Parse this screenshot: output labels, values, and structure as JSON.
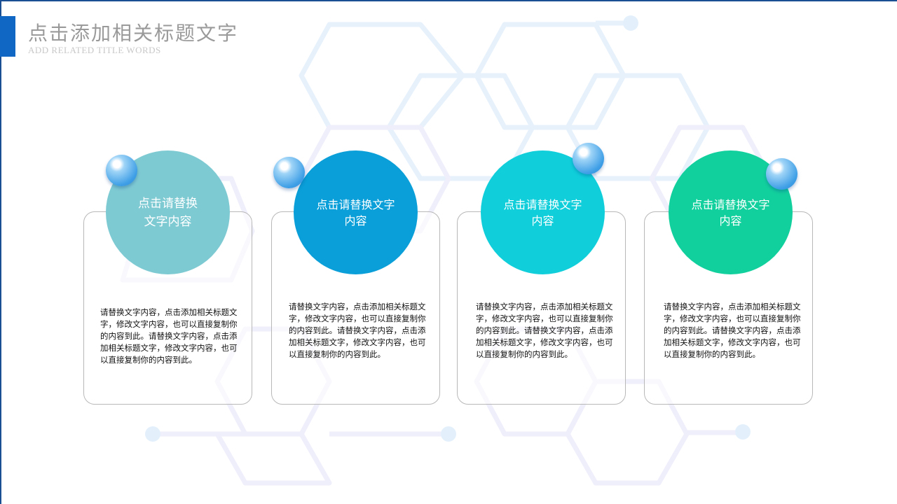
{
  "header": {
    "title": "点击添加相关标题文字",
    "subtitle": "ADD RELATED TITLE WORDS"
  },
  "colors": {
    "accent": "#1167c4",
    "circle1": "#7ecad3",
    "circle2": "#0a9fd8",
    "circle3": "#10cfdb",
    "circle4": "#12d09d"
  },
  "items": [
    {
      "heading": "点击请替换文字内容",
      "body": "请替换文字内容，点击添加相关标题文字，修改文字内容，也可以直接复制你的内容到此。请替换文字内容，点击添加相关标题文字，修改文字内容，也可以直接复制你的内容到此。"
    },
    {
      "heading": "点击请替换文字内容",
      "body": "请替换文字内容，点击添加相关标题文字，修改文字内容，也可以直接复制你的内容到此。请替换文字内容，点击添加相关标题文字，修改文字内容，也可以直接复制你的内容到此。"
    },
    {
      "heading": "点击请替换文字内容",
      "body": "请替换文字内容，点击添加相关标题文字，修改文字内容，也可以直接复制你的内容到此。请替换文字内容，点击添加相关标题文字，修改文字内容，也可以直接复制你的内容到此。"
    },
    {
      "heading": "点击请替换文字内容",
      "body": "请替换文字内容，点击添加相关标题文字，修改文字内容，也可以直接复制你的内容到此。请替换文字内容，点击添加相关标题文字，修改文字内容，也可以直接复制你的内容到此。"
    }
  ]
}
